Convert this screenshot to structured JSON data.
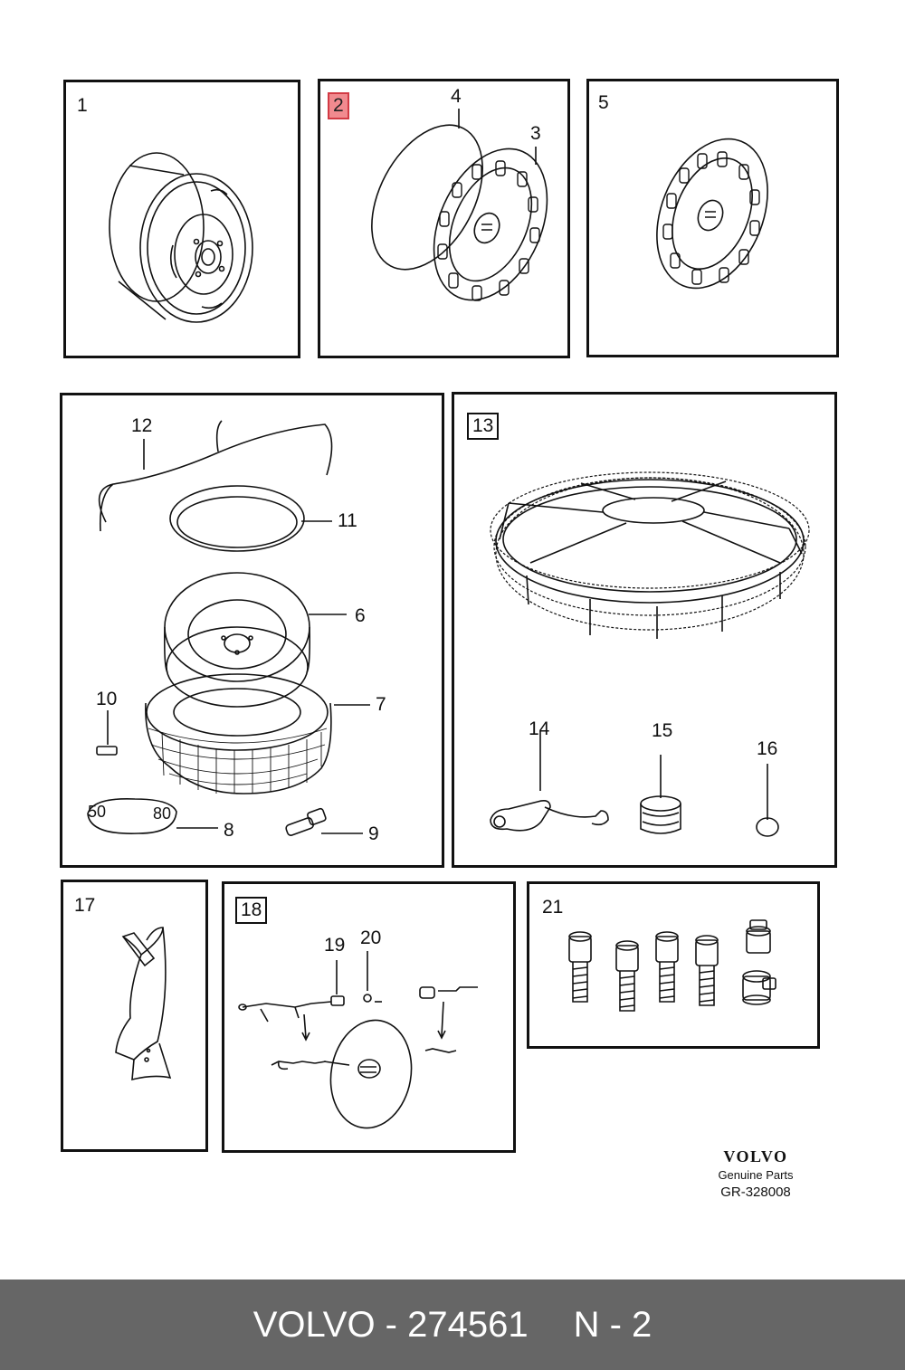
{
  "panels": {
    "p1": {
      "label": "1"
    },
    "p2": {
      "label": "2",
      "callouts": {
        "c4": "4",
        "c3": "3"
      }
    },
    "p5": {
      "label": "5"
    },
    "p12": {
      "callouts": {
        "c12": "12",
        "c11": "11",
        "c6": "6",
        "c7": "7",
        "c10": "10",
        "c8": "8",
        "c9": "9"
      },
      "decal_left": "50",
      "decal_right": "80"
    },
    "p13": {
      "label": "13",
      "callouts": {
        "c14": "14",
        "c15": "15",
        "c16": "16"
      }
    },
    "p17": {
      "label": "17"
    },
    "p18": {
      "label": "18",
      "callouts": {
        "c19": "19",
        "c20": "20"
      }
    },
    "p21": {
      "label": "21"
    }
  },
  "brand": {
    "logo": "VOLVO",
    "subtitle": "Genuine Parts",
    "code": "GR-328008"
  },
  "footer": {
    "part": "VOLVO - 274561",
    "ref": "N - 2"
  },
  "colors": {
    "highlight": "#f18a8f",
    "footer_bg": "#666666",
    "line": "#111111"
  }
}
